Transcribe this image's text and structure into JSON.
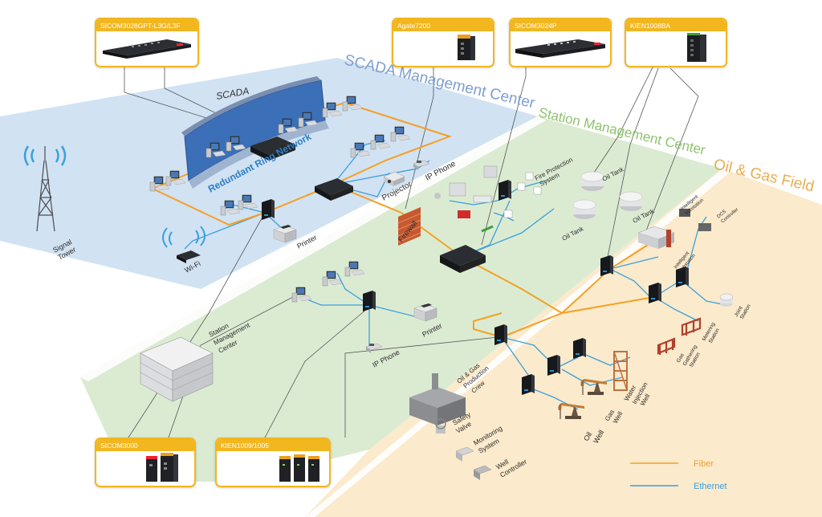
{
  "zones": {
    "scada_center": "SCADA Management Center",
    "station_center": "Station Management Center",
    "oil_gas_field": "Oil & Gas Field"
  },
  "products": {
    "sicom3028": "SICOM3028GPT-L3G/L3F",
    "agate7200": "Agate7200",
    "sicom3024p": "SICOM3024P",
    "kien1008ba": "KIEN1008BA",
    "sicom3000": "SICOM3000",
    "kien1009": "KIEN1009/1005"
  },
  "labels": {
    "scada": "SCADA",
    "ring": "Redundant Ring Network",
    "projector": "Projector",
    "ip_phone_top": "IP Phone",
    "printer_top": "Printer",
    "wifi": "Wi-Fi",
    "signal_tower_1": "Signal",
    "signal_tower_2": "Tower",
    "firewall": "Firewall",
    "fire_protection_1": "Fire Protection",
    "fire_protection_2": "System",
    "oil_tank_1": "Oil Tank",
    "oil_tank_2": "Oil Tank",
    "oil_tank_3": "Oil Tank",
    "intelligent_sub_1": "Intelligent",
    "intelligent_sub_2": "Substation",
    "dcs_1": "DCS",
    "dcs_2": "Controller",
    "intelligent_sub_b1": "Intelligent",
    "intelligent_sub_b2": "Substation",
    "joint_1": "Joint",
    "joint_2": "Station",
    "metering_1": "Metering",
    "metering_2": "Station",
    "gas_1": "Gas",
    "gas_2": "Gathering",
    "gas_3": "Station",
    "station_mgmt_1": "Station",
    "station_mgmt_2": "Management",
    "station_mgmt_3": "Center",
    "ip_phone_mid": "IP Phone",
    "printer_mid": "Printer",
    "og_crew_1": "Oil & Gas",
    "og_crew_2": "Production",
    "og_crew_3": "Crew",
    "water_1": "Water",
    "water_2": "Injection",
    "water_3": "Well",
    "gas_well_1": "Gas",
    "gas_well_2": "Well",
    "oil_well_1": "Oil",
    "oil_well_2": "Well",
    "safety_1": "Safety",
    "safety_2": "Valve",
    "monitoring_1": "Monitoring",
    "monitoring_2": "System",
    "well_ctrl_1": "Well",
    "well_ctrl_2": "Controller"
  },
  "legend": {
    "fiber": "Fiber",
    "ethernet": "Ethernet"
  },
  "colors": {
    "fiber": "#f5a023",
    "ethernet": "#3aa0dc",
    "scada_zone": "#cfe0f2",
    "station_zone": "#d9ead0",
    "field_zone": "#fbe9c9",
    "scada_title": "#7e9fcf",
    "station_title": "#8fc26e",
    "field_title": "#e8ae52",
    "card_border": "#f2b61f"
  },
  "icons": [
    "switch-icon",
    "router-icon",
    "pc-icon",
    "printer-icon",
    "ip-phone-icon",
    "projector-icon",
    "wifi-icon",
    "signal-tower-icon",
    "firewall-icon",
    "oil-tank-icon",
    "pump-jack-icon",
    "building-icon"
  ]
}
